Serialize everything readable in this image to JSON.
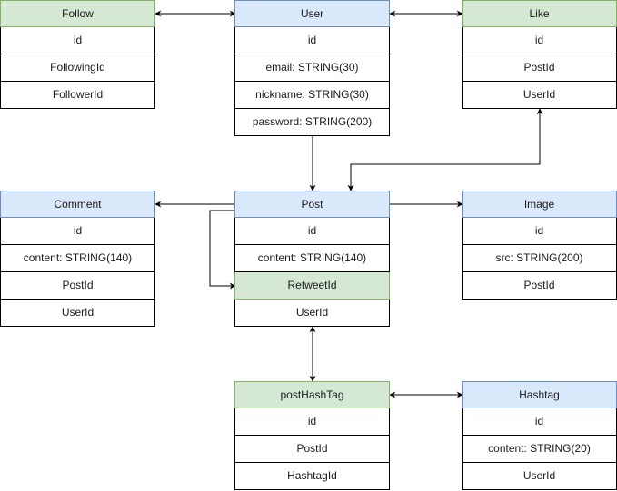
{
  "colors": {
    "blue_fill": "#dae8fc",
    "blue_stroke": "#6c8ebf",
    "green_fill": "#d5e8d4",
    "green_stroke": "#82b366"
  },
  "entities": {
    "follow": {
      "title": "Follow",
      "title_color": "green",
      "rows": [
        "id",
        "FollowingId",
        "FollowerId"
      ]
    },
    "user": {
      "title": "User",
      "title_color": "blue",
      "rows": [
        "id",
        "email: STRING(30)",
        "nickname: STRING(30)",
        "password: STRING(200)"
      ]
    },
    "like": {
      "title": "Like",
      "title_color": "green",
      "rows": [
        "id",
        "PostId",
        "UserId"
      ]
    },
    "comment": {
      "title": "Comment",
      "title_color": "blue",
      "rows": [
        "id",
        "content: STRING(140)",
        "PostId",
        "UserId"
      ]
    },
    "post": {
      "title": "Post",
      "title_color": "blue",
      "rows": [
        "id",
        "content: STRING(140)",
        "RetweetId",
        "UserId"
      ],
      "highlight_row": 2
    },
    "image": {
      "title": "Image",
      "title_color": "blue",
      "rows": [
        "id",
        "src: STRING(200)",
        "PostId"
      ]
    },
    "posthashtag": {
      "title": "postHashTag",
      "title_color": "green",
      "rows": [
        "id",
        "PostId",
        "HashtagId"
      ]
    },
    "hashtag": {
      "title": "Hashtag",
      "title_color": "blue",
      "rows": [
        "id",
        "content: STRING(20)",
        "UserId"
      ]
    }
  },
  "relationships": [
    {
      "from": "follow",
      "to": "user",
      "arrows": "both"
    },
    {
      "from": "user",
      "to": "like",
      "arrows": "both"
    },
    {
      "from": "user",
      "to": "post",
      "arrows": "end"
    },
    {
      "from": "like",
      "to": "post",
      "arrows": "both"
    },
    {
      "from": "post",
      "to": "comment",
      "arrows": "end"
    },
    {
      "from": "post",
      "to": "image",
      "arrows": "end"
    },
    {
      "from": "post",
      "to": "post.RetweetId",
      "arrows": "end"
    },
    {
      "from": "post",
      "to": "posthashtag",
      "arrows": "both"
    },
    {
      "from": "posthashtag",
      "to": "hashtag",
      "arrows": "both"
    }
  ]
}
